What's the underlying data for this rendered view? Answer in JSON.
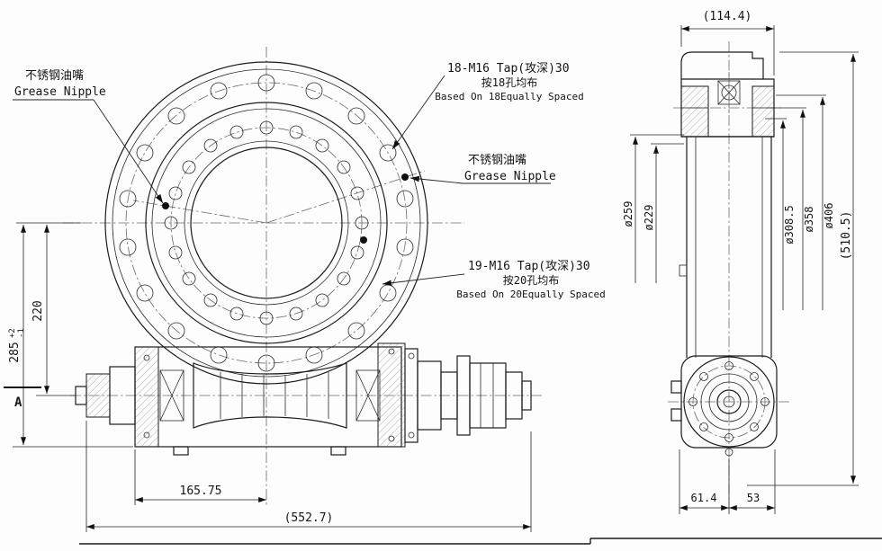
{
  "drawing": {
    "front_view": {
      "notes": {
        "grease_left_cn": "不锈钢油嘴",
        "grease_left_en": "Grease Nipple",
        "tap18_title": "18-M16 Tap(攻深)30",
        "tap18_cn": "按18孔均布",
        "tap18_en": "Based On 18Equally Spaced",
        "grease_right_cn": "不锈钢油嘴",
        "grease_right_en": "Grease Nipple",
        "tap20_title": "19-M16 Tap(攻深)30",
        "tap20_cn": "按20孔均布",
        "tap20_en": "Based On 20Equally Spaced"
      },
      "dims": {
        "v220": "220",
        "v285": "285",
        "v285_tol_plus": "+2",
        "v285_tol_minus": "-1",
        "h165_75": "165.75",
        "h552_7": "(552.7)",
        "section_label": "A"
      }
    },
    "side_view": {
      "dims": {
        "top_width": "(114.4)",
        "dia259": "ø259",
        "dia229": "ø229",
        "dia308_5": "ø308.5",
        "dia358": "ø358",
        "dia406": "ø406",
        "total_height": "(510.5)",
        "b61_4": "61.4",
        "b53": "53"
      }
    }
  }
}
